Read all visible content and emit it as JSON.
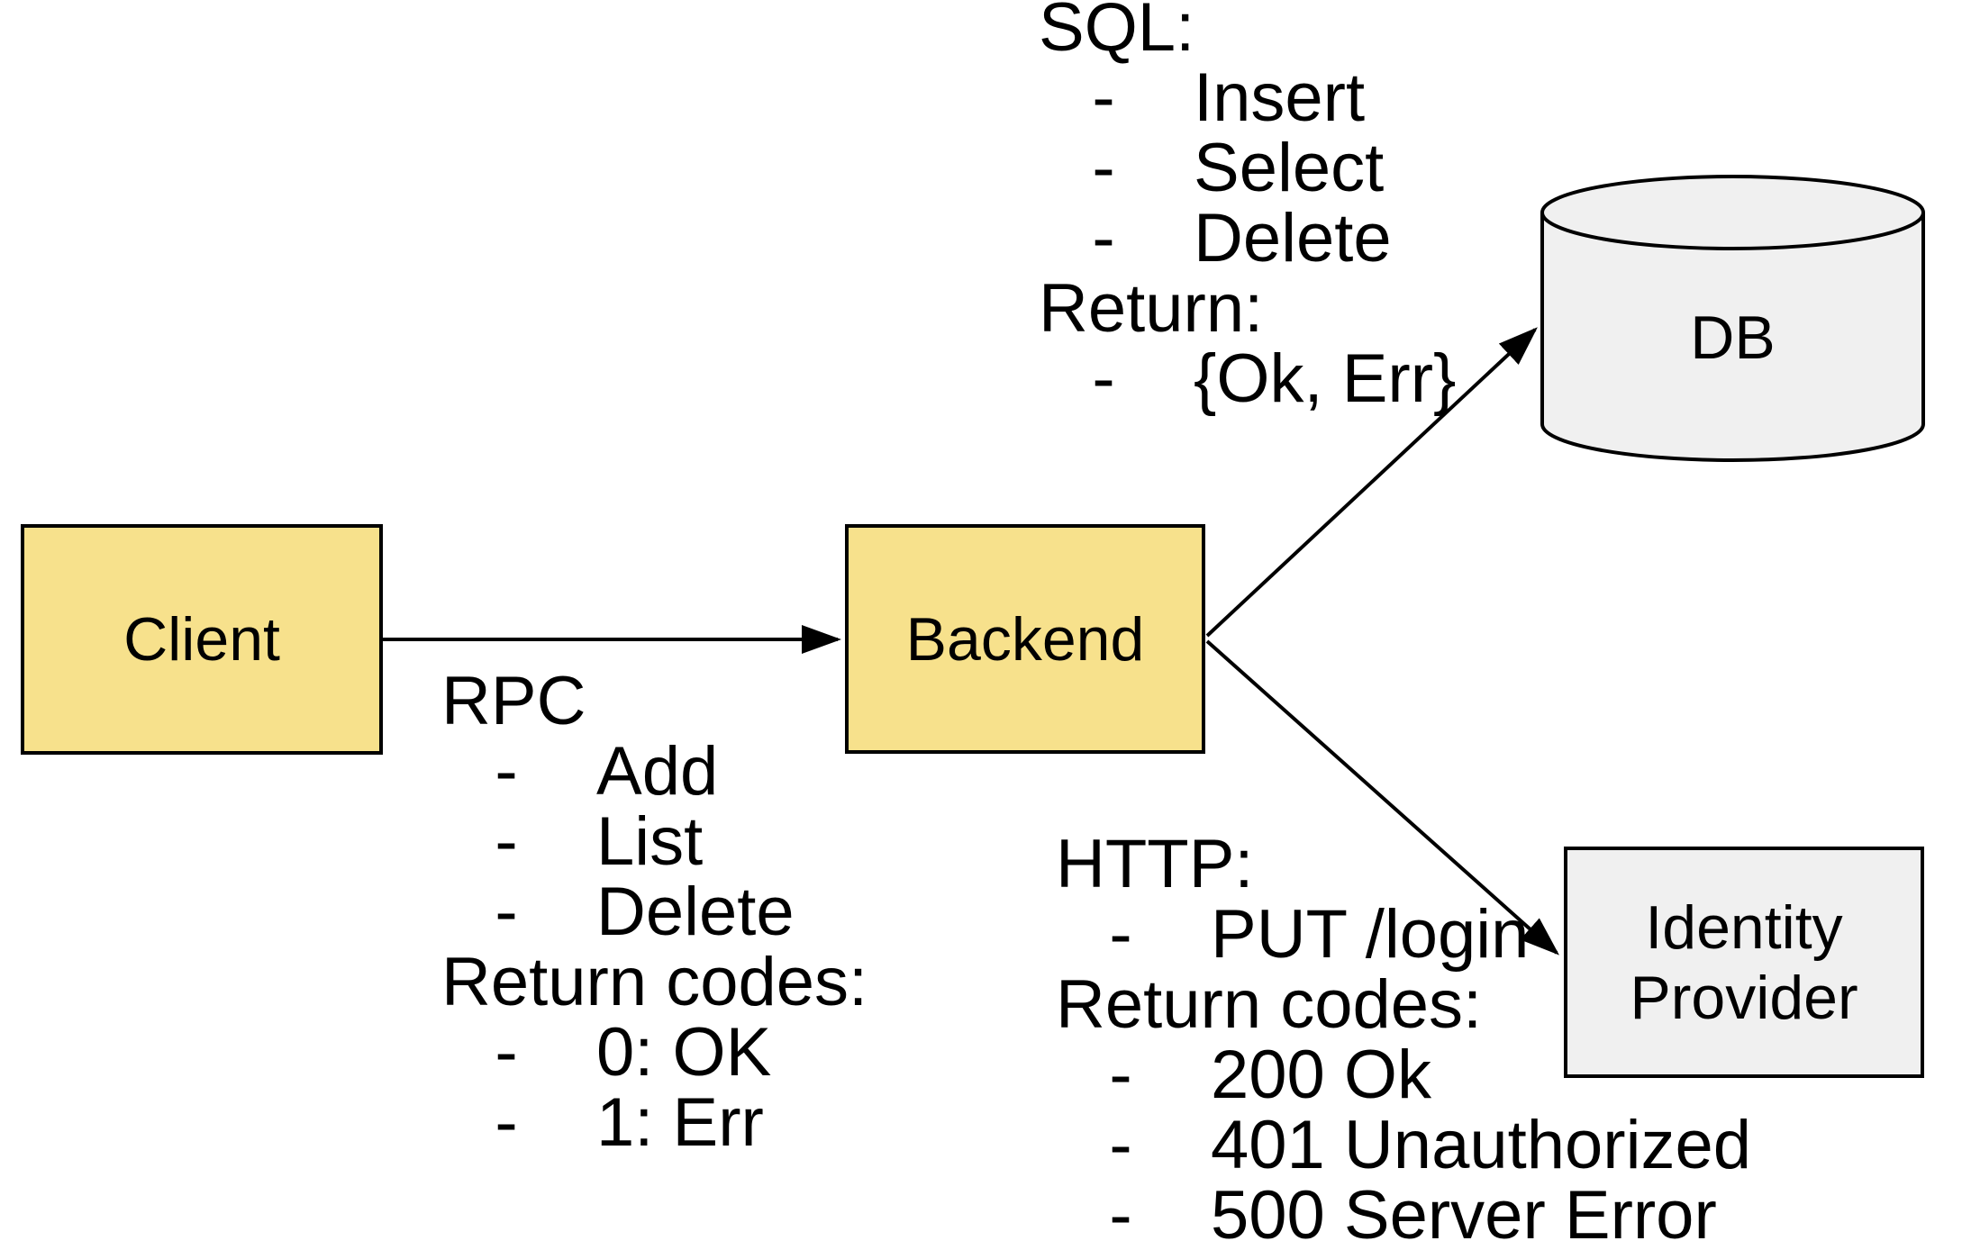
{
  "nodes": {
    "client": {
      "label": "Client"
    },
    "backend": {
      "label": "Backend"
    },
    "db": {
      "label": "DB"
    },
    "identity_provider": {
      "label": "Identity Provider"
    }
  },
  "annotations": {
    "rpc": {
      "title": "RPC",
      "bullet": "-",
      "items": [
        "Add",
        "List",
        "Delete"
      ],
      "subtitle": "Return codes:",
      "sub_items": [
        "0: OK",
        "1: Err"
      ]
    },
    "sql": {
      "title": "SQL:",
      "bullet": "-",
      "items": [
        "Insert",
        "Select",
        "Delete"
      ],
      "subtitle": "Return:",
      "sub_items": [
        "{Ok, Err}"
      ]
    },
    "http": {
      "title": "HTTP:",
      "bullet": "-",
      "items": [
        "PUT /login"
      ],
      "subtitle": "Return codes:",
      "sub_items": [
        "200 Ok",
        "401 Unauthorized",
        "500 Server Error"
      ]
    }
  },
  "edges": {
    "client_to_backend": "Client to Backend",
    "backend_to_db": "Backend to DB",
    "backend_to_identity_provider": "Backend to Identity Provider"
  },
  "colors": {
    "node_yellow": "#F7E18C",
    "node_gray": "#F0F0F0",
    "stroke": "#000000",
    "background": "#FFFFFF"
  }
}
